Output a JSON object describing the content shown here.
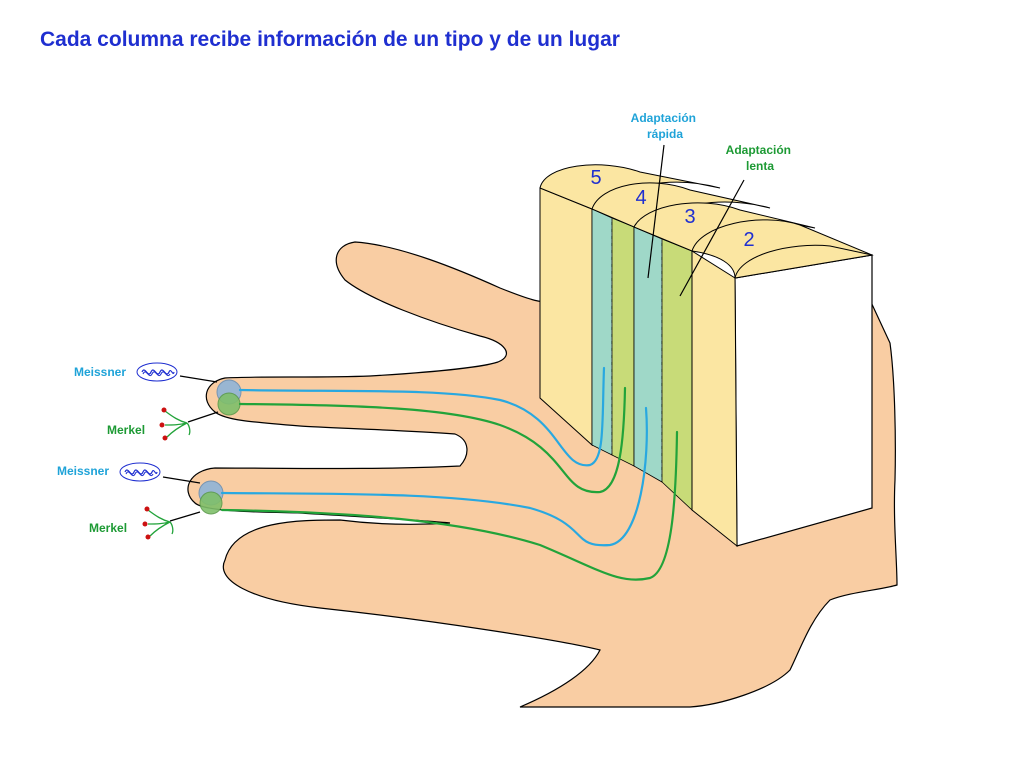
{
  "title": "Cada columna recibe información de un tipo y de un lugar",
  "labels": {
    "rapid": [
      "Adaptación",
      "rápida"
    ],
    "slow": [
      "Adaptación",
      "lenta"
    ],
    "meissner_1": "Meissner",
    "merkel_1": "Merkel",
    "meissner_2": "Meissner",
    "merkel_2": "Merkel"
  },
  "column_numbers": [
    "5",
    "4",
    "3",
    "2"
  ],
  "colors": {
    "title": "#1f2fd0",
    "skin": "#f9cda3",
    "skin_outline": "#000000",
    "rapid_fiber": "#29a8e0",
    "slow_fiber": "#22a33a",
    "rapid_label": "#1fa3d8",
    "slow_label": "#1d9a34",
    "column_yellow": "#fbe6a2",
    "column_teal": "#9fd8c8",
    "column_green": "#c8db78",
    "numbers": "#1f2fd0",
    "receptor_red": "#cc1111"
  },
  "icons": [
    "meissner-corpuscle-icon",
    "merkel-disc-icon"
  ]
}
